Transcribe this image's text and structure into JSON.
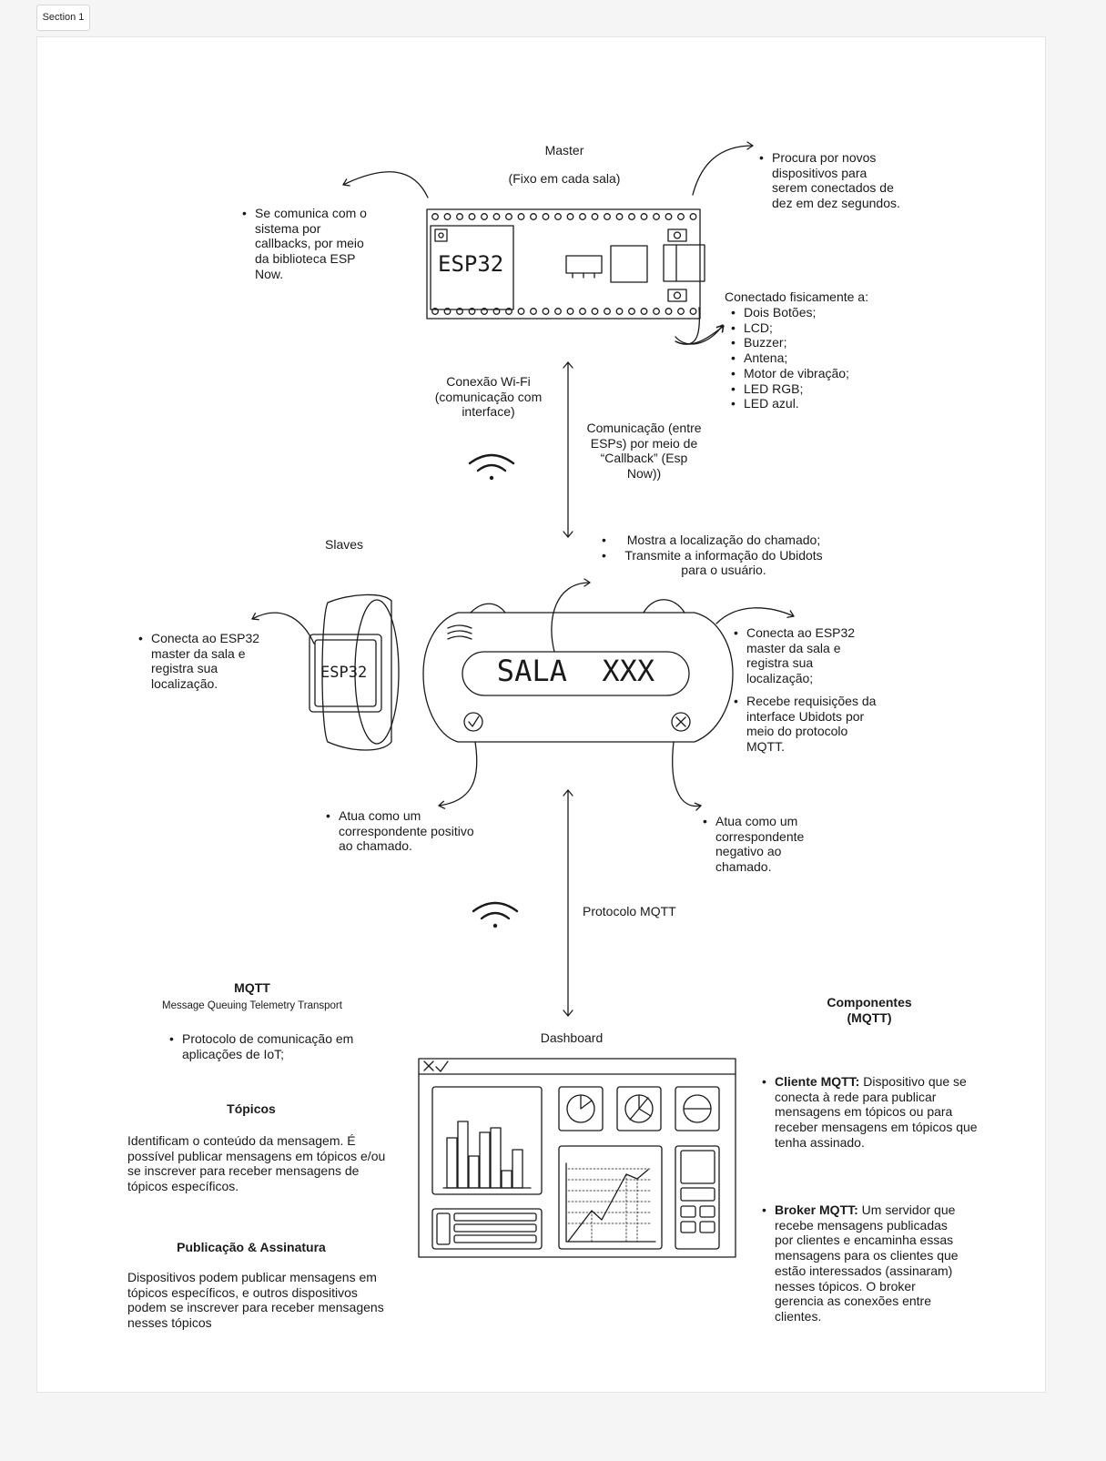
{
  "section_tab": "Section 1",
  "master": {
    "title": "Master",
    "subtitle": "(Fixo em cada sala)",
    "chip_label": "ESP32",
    "left_note": "Se comunica com o sistema por callbacks, por meio da biblioteca ESP Now.",
    "right_note": "Procura por novos dispositivos para serem conectados de dez em dez segundos.",
    "connected_title": "Conectado fisicamente a:",
    "connected_items": [
      "Dois Botões;",
      "LCD;",
      "Buzzer;",
      "Antena;",
      "Motor de vibração;",
      "LED RGB;",
      "LED azul."
    ]
  },
  "links": {
    "wifi_label": "Conexão Wi-Fi (comunicação com interface)",
    "espnow_label": "Comunicação (entre ESPs) por meio de “Callback” (Esp Now))",
    "mqtt_label": "Protocolo MQTT"
  },
  "slaves": {
    "title": "Slaves",
    "watch_label": "ESP32",
    "device_display": "SALA  XXX",
    "watch_note": "Conecta ao ESP32 master da sala e registra sua localização.",
    "display_notes": [
      "Mostra a localização do chamado;",
      "Transmite a informação do Ubidots para o usuário."
    ],
    "device_notes": [
      "Conecta ao ESP32 master da sala e registra sua localização;",
      "Recebe requisições da interface Ubidots por meio do protocolo MQTT."
    ],
    "positive_note": "Atua como um correspondente positivo ao chamado.",
    "negative_note": "Atua como um correspondente negativo ao chamado."
  },
  "mqtt_info": {
    "title": "MQTT",
    "subtitle": "Message Queuing Telemetry Transport",
    "bullet": "Protocolo de comunicação em aplicações de IoT;",
    "topics_title": "Tópicos",
    "topics_text": "Identificam o conteúdo da mensagem. É possível publicar mensagens em tópicos e/ou se inscrever para receber mensagens de tópicos específicos.",
    "pubsub_title": "Publicação & Assinatura",
    "pubsub_text": "Dispositivos podem publicar mensagens em tópicos específicos, e outros dispositivos podem se inscrever para receber mensagens nesses tópicos"
  },
  "dashboard": {
    "title": "Dashboard",
    "window_controls": "✕✓"
  },
  "components": {
    "title": "Componentes (MQTT)",
    "client_label": "Cliente MQTT:",
    "client_text": " Dispositivo que se conecta à rede para publicar mensagens em tópicos ou para receber mensagens em tópicos que tenha assinado.",
    "broker_label": "Broker MQTT:",
    "broker_text": " Um servidor que recebe mensagens publicadas por clientes e encaminha essas mensagens para os clientes que estão interessados (assinaram) nesses tópicos. O broker gerencia as conexões entre clientes."
  },
  "colors": {
    "ink": "#1a1a1a",
    "canvas": "#ffffff",
    "background": "#f5f5f5",
    "border": "#e3e3e3"
  },
  "icons": [
    "wifi-icon",
    "check-icon",
    "close-icon",
    "speaker-icon",
    "pie-chart-icon",
    "bar-chart-icon",
    "line-chart-icon"
  ]
}
